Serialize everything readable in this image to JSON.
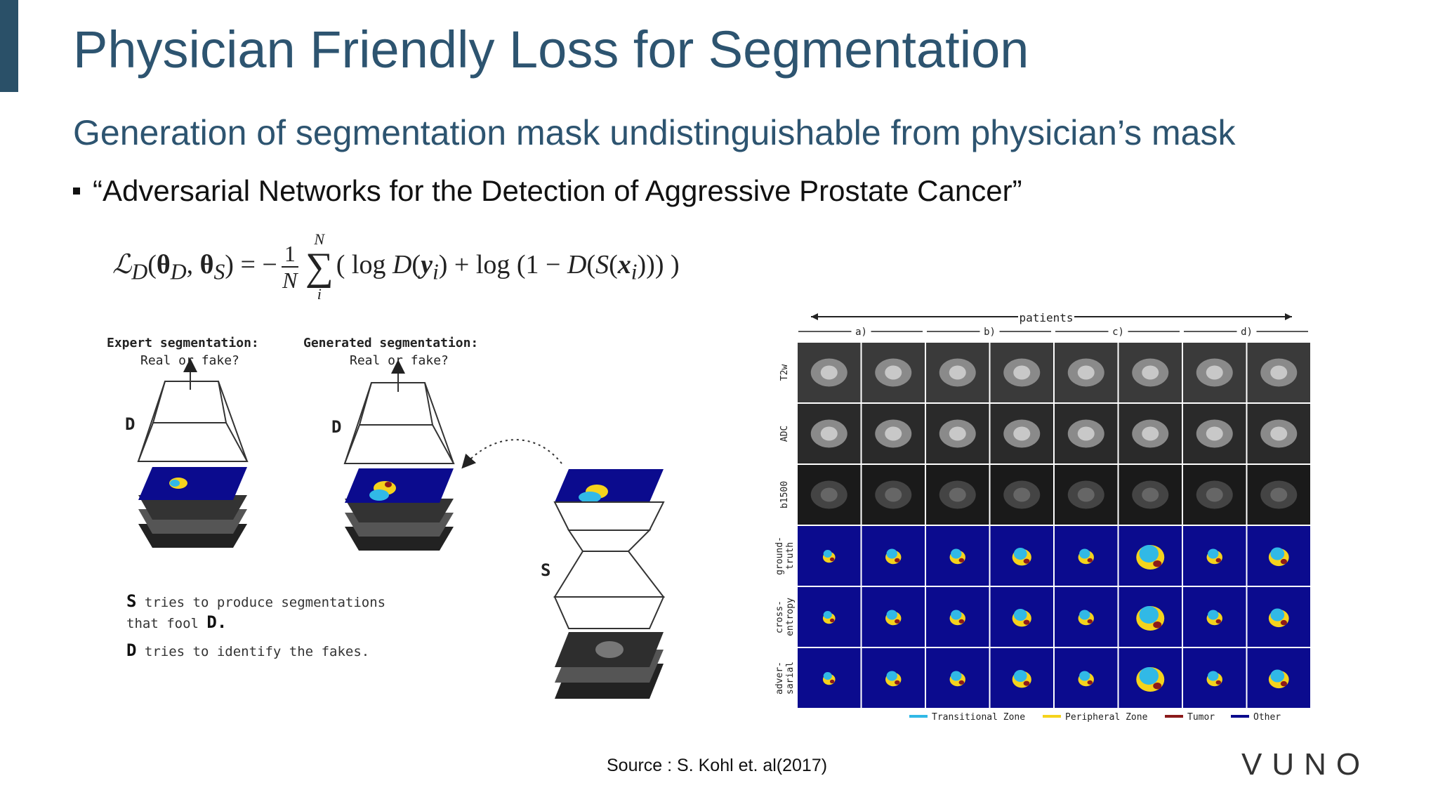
{
  "slide": {
    "title": "Physician Friendly Loss for Segmentation",
    "subtitle": "Generation of segmentation mask undistinguishable from physician’s mask",
    "bullet": "“Adversarial Networks for the Detection of Aggressive Prostate Cancer”",
    "source": "Source : S. Kohl et. al(2017)",
    "logo": "VUNO"
  },
  "diagram": {
    "expert_label": "Expert segmentation:",
    "generated_label": "Generated segmentation:",
    "real_or_fake": "Real or fake?",
    "d_letter": "D",
    "s_letter": "S",
    "caption1_letter": "S",
    "caption1_text": "tries to produce segmentations",
    "caption2_text": "that fool",
    "caption2_letter": "D.",
    "caption3_letter": "D",
    "caption3_text": "tries to identify the fakes."
  },
  "figure": {
    "patients_label": "patients",
    "groups": [
      "a)",
      "b)",
      "c)",
      "d)"
    ],
    "row_labels": [
      "T2w",
      "ADC",
      "b1500",
      "ground-truth",
      "cross-entropy",
      "adver-sarial"
    ],
    "legend": [
      {
        "label": "Transitional Zone",
        "color": "#31b9e6"
      },
      {
        "label": "Peripheral Zone",
        "color": "#f5d31c"
      },
      {
        "label": "Tumor",
        "color": "#8b1a1a"
      },
      {
        "label": "Other",
        "color": "#0a0a8c"
      }
    ]
  },
  "colors": {
    "accent": "#2a5068",
    "title": "#2d5470",
    "mask_background": "#0b0b8e",
    "transitional": "#31b9e6",
    "peripheral": "#f5d31c",
    "tumor": "#8b1a1a"
  }
}
